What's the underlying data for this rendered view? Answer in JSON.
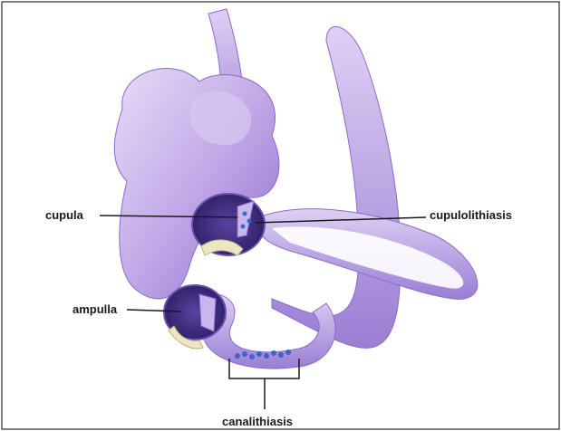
{
  "labels": {
    "cupula": "cupula",
    "cupulolithiasis": "cupulolithiasis",
    "ampulla": "ampulla",
    "canalithiasis": "canalithiasis"
  },
  "colors": {
    "canal_light": "#d9c8ef",
    "canal_mid": "#b59ae0",
    "canal_dark": "#7e5fc0",
    "cavity": "#3c2a7a",
    "debris": "#3f64c7",
    "frame": "#2a2a2a"
  }
}
